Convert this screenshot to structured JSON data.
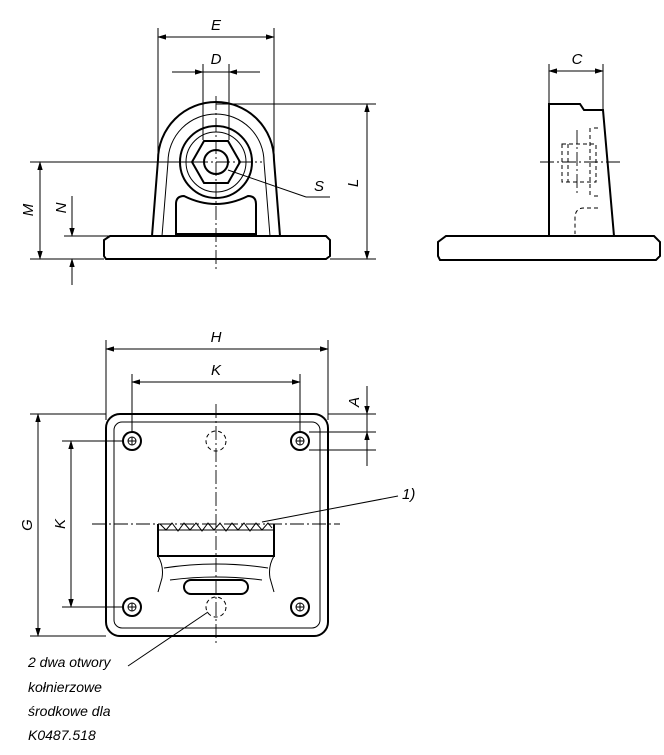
{
  "dimensions": {
    "E": "E",
    "D": "D",
    "C": "C",
    "S": "S",
    "L": "L",
    "M": "M",
    "N": "N",
    "H": "H",
    "K_horizontal": "K",
    "K_vertical": "K",
    "A": "A",
    "G": "G"
  },
  "callout_1": "1)",
  "note_lines": [
    "2 dwa otwory",
    "kołnierzowe",
    "środkowe dla",
    "K0487.518"
  ]
}
